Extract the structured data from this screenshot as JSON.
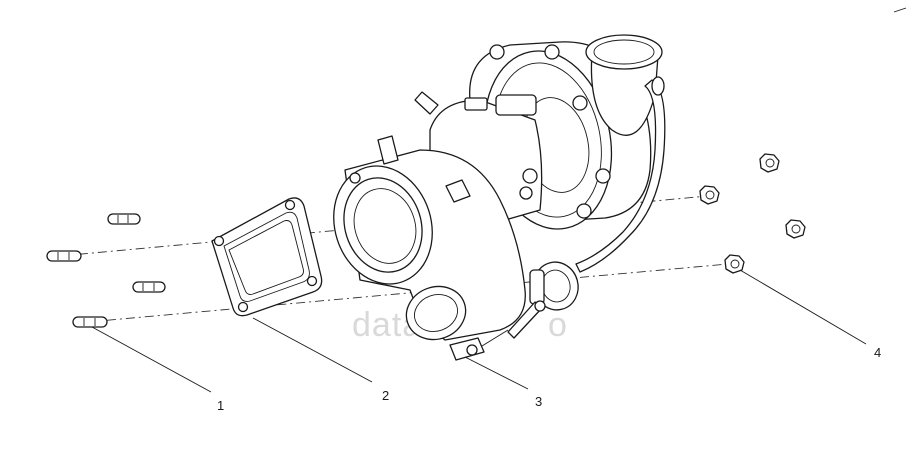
{
  "callouts": [
    {
      "id": "1",
      "label": "1"
    },
    {
      "id": "2",
      "label": "2"
    },
    {
      "id": "3",
      "label": "3"
    },
    {
      "id": "4",
      "label": "4"
    }
  ],
  "watermark": "data-",
  "watermark_tail": "o"
}
